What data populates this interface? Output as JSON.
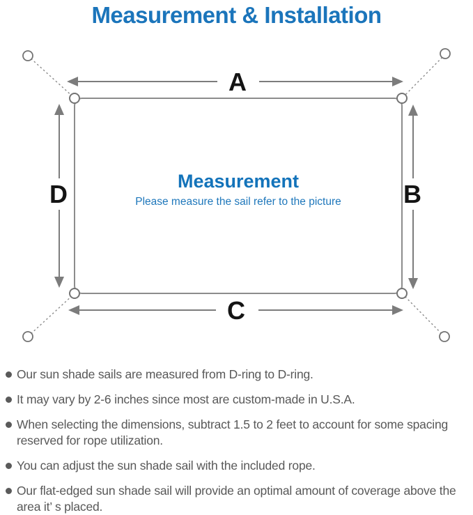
{
  "page": {
    "title": "Measurement & Installation",
    "background": "#ffffff"
  },
  "diagram": {
    "labels": {
      "top": "A",
      "right": "B",
      "bottom": "C",
      "left": "D"
    },
    "center_title": "Measurement",
    "center_subtitle": "Please measure the sail refer to the picture",
    "colors": {
      "accent_blue": "#1b75bb",
      "center_title_blue": "#1373ba",
      "center_subtitle_blue": "#1e77bb",
      "arrow_line_gray": "#7c7c7c",
      "sail_outline_gray": "#8c8c8c",
      "dashed_rope_gray": "#8a8a8a",
      "dimension_label_black": "#141414"
    }
  },
  "notes": {
    "bullet_color": "#5a5a5a",
    "text_color": "#585858",
    "items": [
      "Our sun shade sails are measured from D-ring to D-ring.",
      "It may vary by 2-6 inches since most are custom-made in U.S.A.",
      "When selecting the dimensions, subtract 1.5 to 2 feet to account for some spacing reserved for rope utilization.",
      "You can adjust the sun shade sail with the included rope.",
      "Our flat-edged sun shade sail will provide an optimal amount of coverage above the area it’ s placed."
    ]
  }
}
